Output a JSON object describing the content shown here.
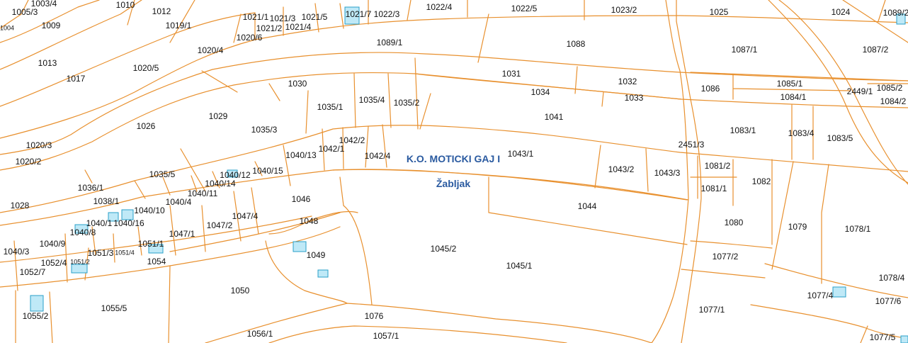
{
  "map": {
    "title": "K.O. MOTICKI GAJ I",
    "subtitle": "Žabljak",
    "title_color": "#2a5aa0",
    "boundary_color": "#e8902e",
    "building_fill": "#bfe9f7",
    "building_stroke": "#2aa0c8",
    "parcels": [
      "1003/4",
      "1005/3",
      "1004",
      "1010",
      "1012",
      "1009",
      "1013",
      "1017",
      "1019/1",
      "1020/4",
      "1020/5",
      "1021/1",
      "1021/3",
      "1021/2",
      "1021/4",
      "1020/6",
      "1021/5",
      "1021/7",
      "1022/3",
      "1022/4",
      "1022/5",
      "1023/2",
      "1025",
      "1024",
      "1089/2",
      "1089/1",
      "1088",
      "1087/1",
      "1087/2",
      "1031",
      "1032",
      "1030",
      "1034",
      "1033",
      "1086",
      "1085/1",
      "1084/1",
      "2449/1",
      "1085/2",
      "1084/2",
      "1035/1",
      "1035/4",
      "1035/2",
      "1041",
      "1029",
      "1026",
      "1035/3",
      "1020/3",
      "1020/2",
      "1042/2",
      "1040/13",
      "1042/1",
      "1042/4",
      "1043/1",
      "2451/3",
      "1083/1",
      "1083/4",
      "1083/5",
      "1043/2",
      "1043/3",
      "1081/2",
      "1081/1",
      "1082",
      "1035/5",
      "1040/12",
      "1040/15",
      "1040/14",
      "1036/1",
      "1040/11",
      "1046",
      "1044",
      "1038/1",
      "1040/4",
      "1040/10",
      "1028",
      "1047/4",
      "1047/2",
      "1048",
      "1080",
      "1079",
      "1078/1",
      "1040/1",
      "1040/16",
      "1040/8",
      "1047/1",
      "1040/3",
      "1040/9",
      "1051/3",
      "1051/4",
      "1051/1",
      "1045/2",
      "1049",
      "1077/2",
      "1052/4",
      "1051/2",
      "1054",
      "1045/1",
      "1078/4",
      "1052/7",
      "1050",
      "1077/4",
      "1077/6",
      "1055/5",
      "1055/2",
      "1077/1",
      "1076",
      "1056/1",
      "1057/1",
      "1077/5"
    ]
  }
}
